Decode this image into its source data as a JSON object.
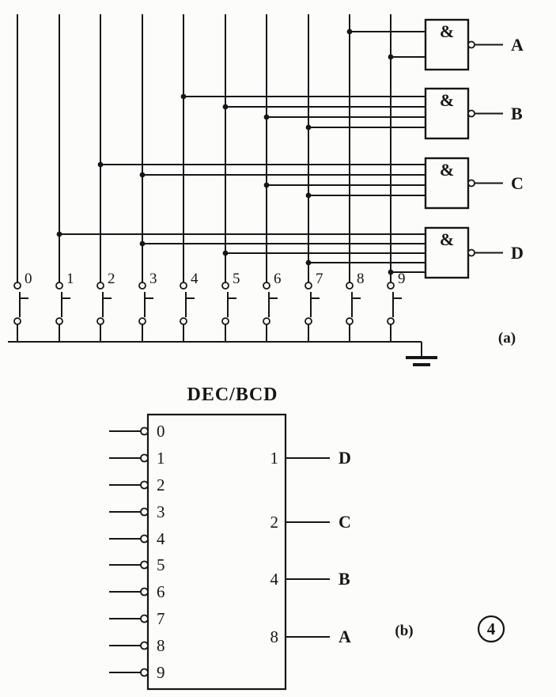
{
  "colors": {
    "paper": "#fcfcfa",
    "ink": "#161616"
  },
  "part_a": {
    "caption": "(a)",
    "gate_symbol": "&",
    "gates": [
      {
        "output_label": "A",
        "inputs": [
          "8",
          "9"
        ]
      },
      {
        "output_label": "B",
        "inputs": [
          "4",
          "5",
          "6",
          "7"
        ]
      },
      {
        "output_label": "C",
        "inputs": [
          "2",
          "3",
          "6",
          "7"
        ]
      },
      {
        "output_label": "D",
        "inputs": [
          "1",
          "3",
          "5",
          "7",
          "9"
        ]
      }
    ],
    "switch_labels": [
      "0",
      "1",
      "2",
      "3",
      "4",
      "5",
      "6",
      "7",
      "8",
      "9"
    ]
  },
  "part_b": {
    "caption": "(b)",
    "title": "DEC/BCD",
    "input_labels": [
      "0",
      "1",
      "2",
      "3",
      "4",
      "5",
      "6",
      "7",
      "8",
      "9"
    ],
    "outputs": [
      {
        "pin": "1",
        "label": "D"
      },
      {
        "pin": "2",
        "label": "C"
      },
      {
        "pin": "4",
        "label": "B"
      },
      {
        "pin": "8",
        "label": "A"
      }
    ]
  },
  "figure_number": "4"
}
